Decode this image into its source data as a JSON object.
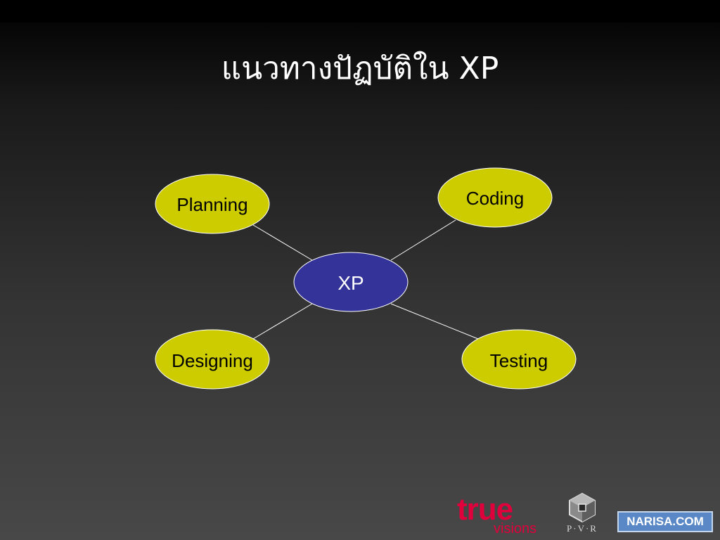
{
  "slide": {
    "title": "แนวทางปัฏบัติใน XP"
  },
  "diagram": {
    "center": {
      "label": "XP",
      "fill": "#333399",
      "text_color": "#ffffff"
    },
    "nodes": [
      {
        "label": "Planning"
      },
      {
        "label": "Coding"
      },
      {
        "label": "Designing"
      },
      {
        "label": "Testing"
      }
    ],
    "node_fill": "#cccc00",
    "node_text_color": "#000000",
    "connector_color": "#ffffff"
  },
  "footer": {
    "true_logo": {
      "word": "true",
      "sub": "visions",
      "color": "#e0003c"
    },
    "pvr_logo": {
      "text": "P·V·R"
    },
    "narisa_badge": {
      "text": "NARISA.COM",
      "color": "#5a88c6"
    }
  }
}
